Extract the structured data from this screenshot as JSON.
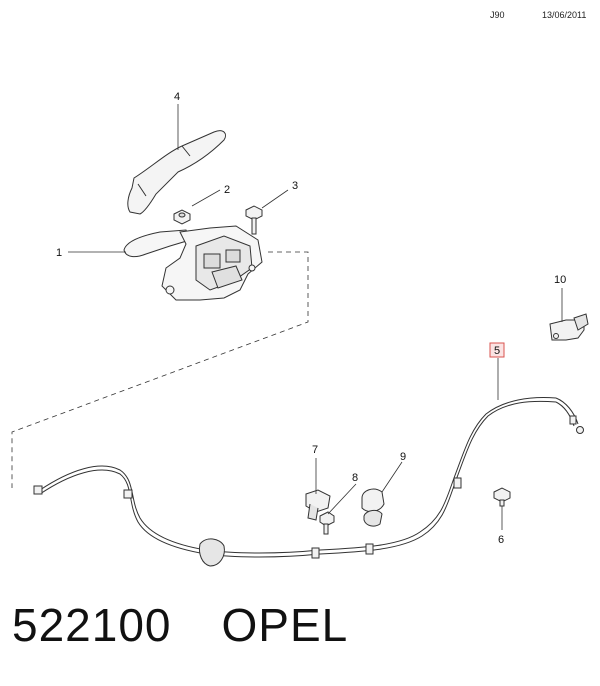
{
  "header": {
    "code": "J90",
    "date": "13/06/2011"
  },
  "callouts": [
    {
      "id": "1",
      "label": "1"
    },
    {
      "id": "2",
      "label": "2"
    },
    {
      "id": "3",
      "label": "3"
    },
    {
      "id": "4",
      "label": "4"
    },
    {
      "id": "5",
      "label": "5",
      "highlighted": true
    },
    {
      "id": "6",
      "label": "6"
    },
    {
      "id": "7",
      "label": "7"
    },
    {
      "id": "8",
      "label": "8"
    },
    {
      "id": "9",
      "label": "9"
    },
    {
      "id": "10",
      "label": "10"
    }
  ],
  "highlight_color": "#d9534f",
  "footer": {
    "part_number": "522100",
    "brand": "OPEL"
  }
}
